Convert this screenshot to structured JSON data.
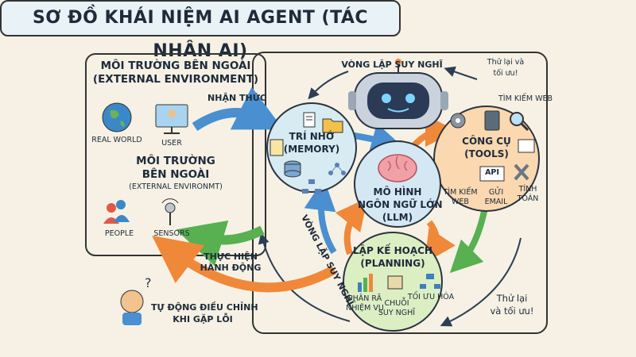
{
  "title": "SƠ ĐỒ KHÁI NIỆM AI AGENT (TÁC NHÂN AI)",
  "external": {
    "title_vi": "MÔI TRƯỜNG BÊN NGOÀI",
    "title_en": "(EXTERNAL ENVIRONMENT)",
    "real_world": "REAL WORLD",
    "user": "USER",
    "sub_title_line1": "MÔI TRƯỜNG",
    "sub_title_line2": "BÊN NGOÀI",
    "sub_title_en": "(EXTERNAL ENVIRONMT)",
    "people": "PEOPLE",
    "sensors": "SENSORS"
  },
  "flows": {
    "perception": "NHẬN THỨC",
    "action_line1": "THỰC HIỆN",
    "action_line2": "HÀNH ĐỘNG",
    "self_correct_line1": "TỰ ĐỘNG ĐIỀU CHỈNH",
    "self_correct_line2": "KHI GẶP LỖI",
    "thinking_loop_top": "VÒNG LẶP SUY NGHĨ",
    "thinking_loop_side": "VÒNG LẶP SUY NGHĨ",
    "retry_top_line1": "Thử lại và",
    "retry_top_line2": "tối ưu!",
    "retry_bottom_line1": "Thử lại",
    "retry_bottom_line2": "và tối ưu!"
  },
  "memory": {
    "line1": "TRÍ NHỚ",
    "line2": "(MEMORY)"
  },
  "llm": {
    "line1": "MÔ HÌNH",
    "line2": "NGÔN NGỮ LỚN",
    "line3": "(LLM)"
  },
  "tools": {
    "line1": "CÔNG CỤ",
    "line2": "(TOOLS)",
    "web_search_top": "TÌM KIẾM WEB",
    "web_search_line1": "TÌM KIẾM",
    "web_search_line2": "WEB",
    "email_line1": "GỬI",
    "email_line2": "EMAIL",
    "compute_line1": "TÍNH",
    "compute_line2": "TOÁN",
    "api": "API"
  },
  "planning": {
    "line1": "LẬP KẾ HOẠCH",
    "line2": "(PLANNING)",
    "decompose_line1": "PHÂN RÃ",
    "decompose_line2": "NHIỆM VỤ",
    "chain_line1": "CHUỖI",
    "chain_line2": "SUY NGHĨ",
    "optimize": "TỐI ƯU HÓA"
  },
  "colors": {
    "memory": "#d6ecf2",
    "llm": "#d4e8f3",
    "tools": "#fbd8b0",
    "planning": "#dcefc3",
    "blue_arrow": "#4a8fd0",
    "green_arrow": "#58b050",
    "orange_arrow": "#f0883a"
  }
}
